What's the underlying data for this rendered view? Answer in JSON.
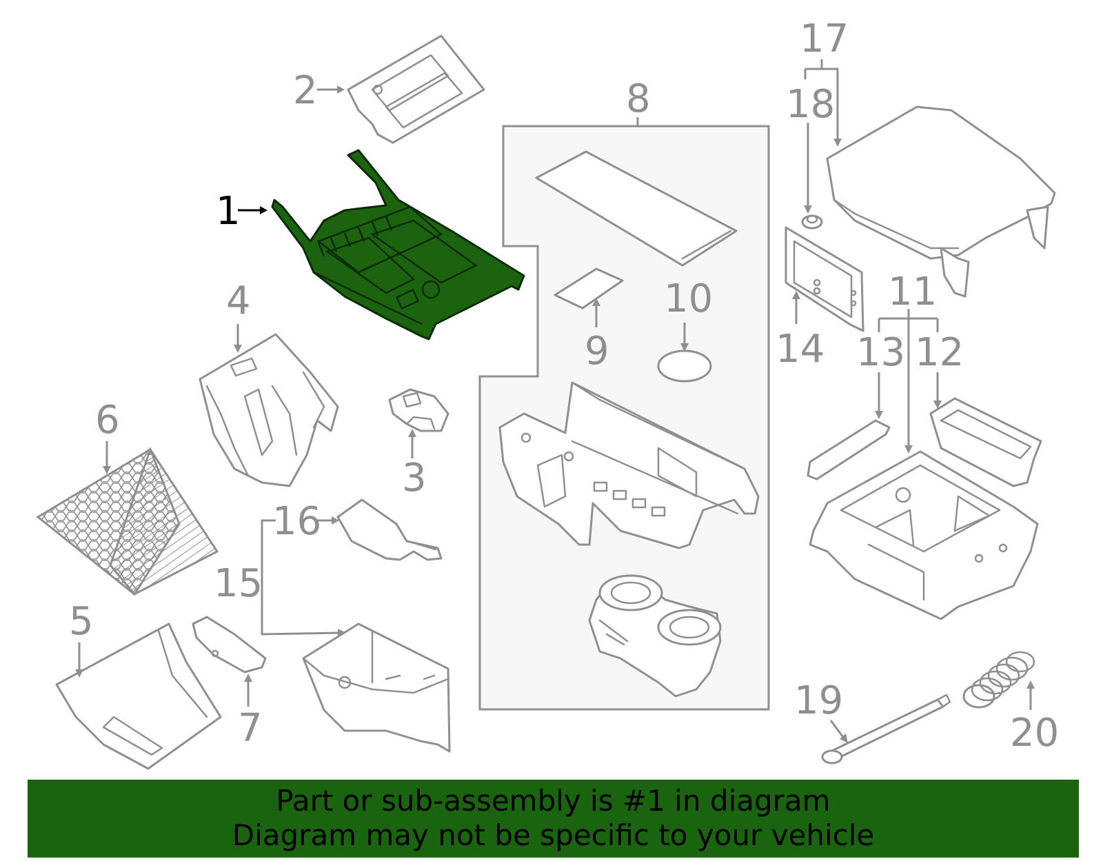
{
  "diagram": {
    "callouts": [
      {
        "num": "1",
        "highlighted": true
      },
      {
        "num": "2"
      },
      {
        "num": "3"
      },
      {
        "num": "4"
      },
      {
        "num": "5"
      },
      {
        "num": "6"
      },
      {
        "num": "7"
      },
      {
        "num": "8"
      },
      {
        "num": "9"
      },
      {
        "num": "10"
      },
      {
        "num": "11"
      },
      {
        "num": "12"
      },
      {
        "num": "13"
      },
      {
        "num": "14"
      },
      {
        "num": "15"
      },
      {
        "num": "16"
      },
      {
        "num": "17"
      },
      {
        "num": "18"
      },
      {
        "num": "19"
      },
      {
        "num": "20"
      }
    ],
    "highlight_color": "#1a6410",
    "line_color": "#8f8f8f"
  },
  "banner": {
    "line1": "Part or sub-assembly is #1 in diagram",
    "line2": "Diagram may not be specific to your vehicle"
  }
}
